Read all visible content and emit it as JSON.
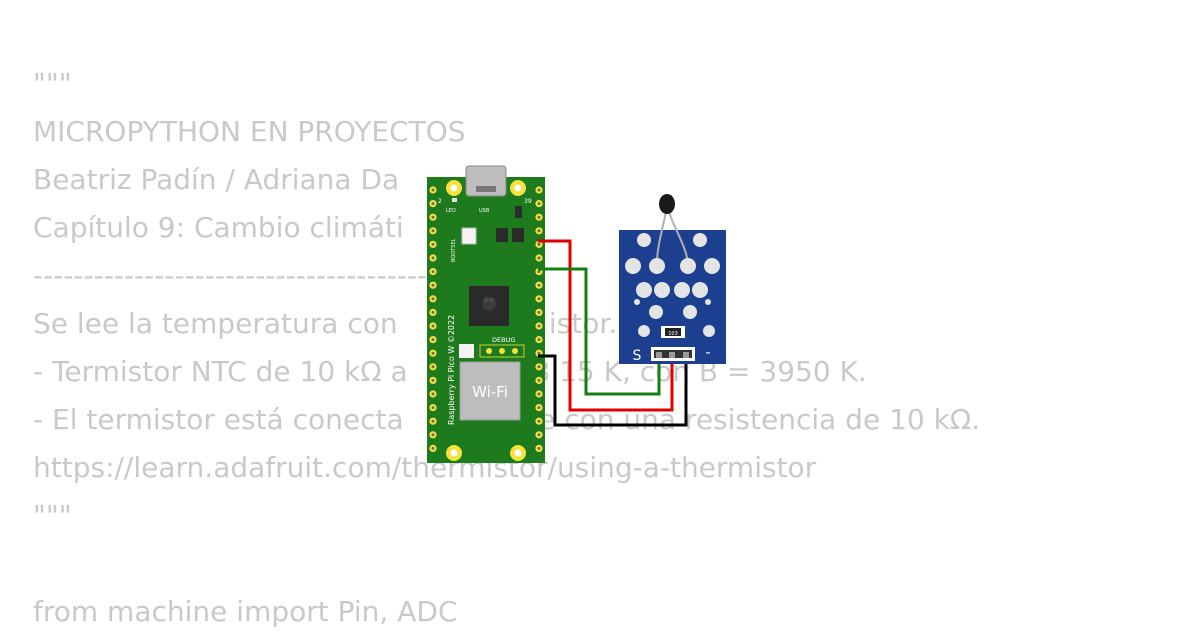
{
  "code_lines": [
    "\"\"\"",
    "MICROPYTHON EN PROYECTOS",
    "Beatriz Padín / Adriana Da",
    "Capítulo 9: Cambio climáti",
    "------------------------------------------",
    "Se lee la temperatura con                 istor.",
    "- Termistor NTC de 10 kΩ a          298.15 K, con B = 3950 K.",
    "- El termistor está conecta           erie con una resistencia de 10 kΩ.",
    "https://learn.adafruit.com/thermistor/using-a-thermistor",
    "\"\"\"",
    "",
    "from machine import Pin, ADC"
  ],
  "board": {
    "name_text": "Raspberry Pi Pico W ©2022",
    "wifi_label": "Wi-Fi",
    "debug_label": "DEBUG",
    "led_label": "LED",
    "usb_label": "USB",
    "bootsel_label": "BOOTSEL",
    "pin_num_left": "2",
    "pin_num_right": "39",
    "color": "#1d7a1d"
  },
  "sensor": {
    "signal_label": "S",
    "minus_label": "-",
    "resistor_label": "103",
    "color": "#1c3f8f"
  },
  "wires": {
    "red": "#e00000",
    "green": "#118011",
    "black": "#000000"
  }
}
